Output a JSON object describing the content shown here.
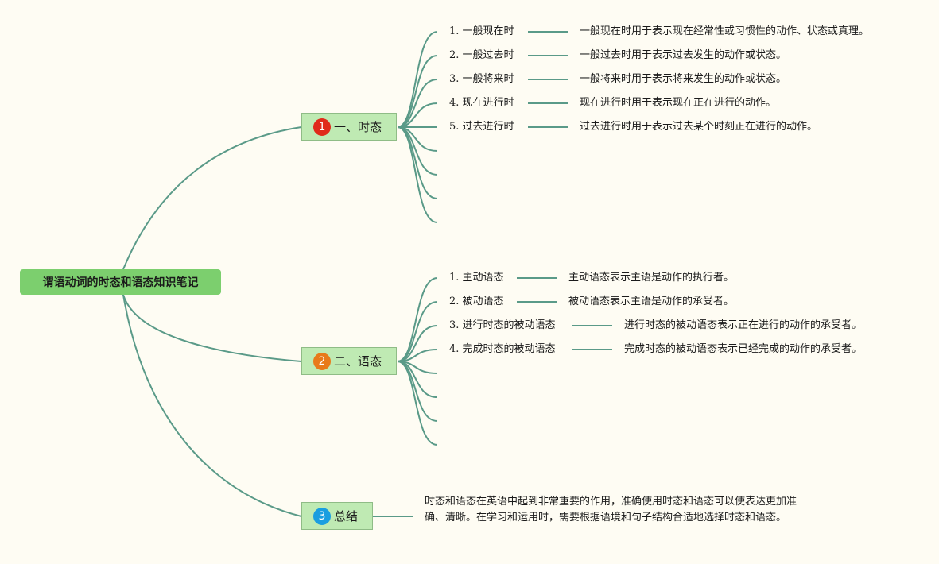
{
  "root": {
    "title": "谓语动词的时态和语态知识笔记"
  },
  "colors": {
    "line": "#5a9a88",
    "badge_1": "#e02a1a",
    "badge_2": "#e87a1a",
    "badge_3": "#1a9ee0"
  },
  "branches": [
    {
      "badge": "1",
      "label": "一、时态",
      "items": [
        {
          "label": "1. 一般现在时",
          "desc": "一般现在时用于表示现在经常性或习惯性的动作、状态或真理。"
        },
        {
          "label": "2. 一般过去时",
          "desc": "一般过去时用于表示过去发生的动作或状态。"
        },
        {
          "label": "3. 一般将来时",
          "desc": "一般将来时用于表示将来发生的动作或状态。"
        },
        {
          "label": "4. 现在进行时",
          "desc": "现在进行时用于表示现在正在进行的动作。"
        },
        {
          "label": "5. 过去进行时",
          "desc": "过去进行时用于表示过去某个时刻正在进行的动作。"
        }
      ]
    },
    {
      "badge": "2",
      "label": "二、语态",
      "items": [
        {
          "label": "1. 主动语态",
          "desc": "主动语态表示主语是动作的执行者。"
        },
        {
          "label": "2. 被动语态",
          "desc": "被动语态表示主语是动作的承受者。"
        },
        {
          "label": "3. 进行时态的被动语态",
          "desc": "进行时态的被动语态表示正在进行的动作的承受者。"
        },
        {
          "label": "4. 完成时态的被动语态",
          "desc": "完成时态的被动语态表示已经完成的动作的承受者。"
        }
      ]
    },
    {
      "badge": "3",
      "label": "总结",
      "summary": "时态和语态在英语中起到非常重要的作用，准确使用时态和语态可以使表达更加准确、清晰。在学习和运用时，需要根据语境和句子结构合适地选择时态和语态。"
    }
  ]
}
